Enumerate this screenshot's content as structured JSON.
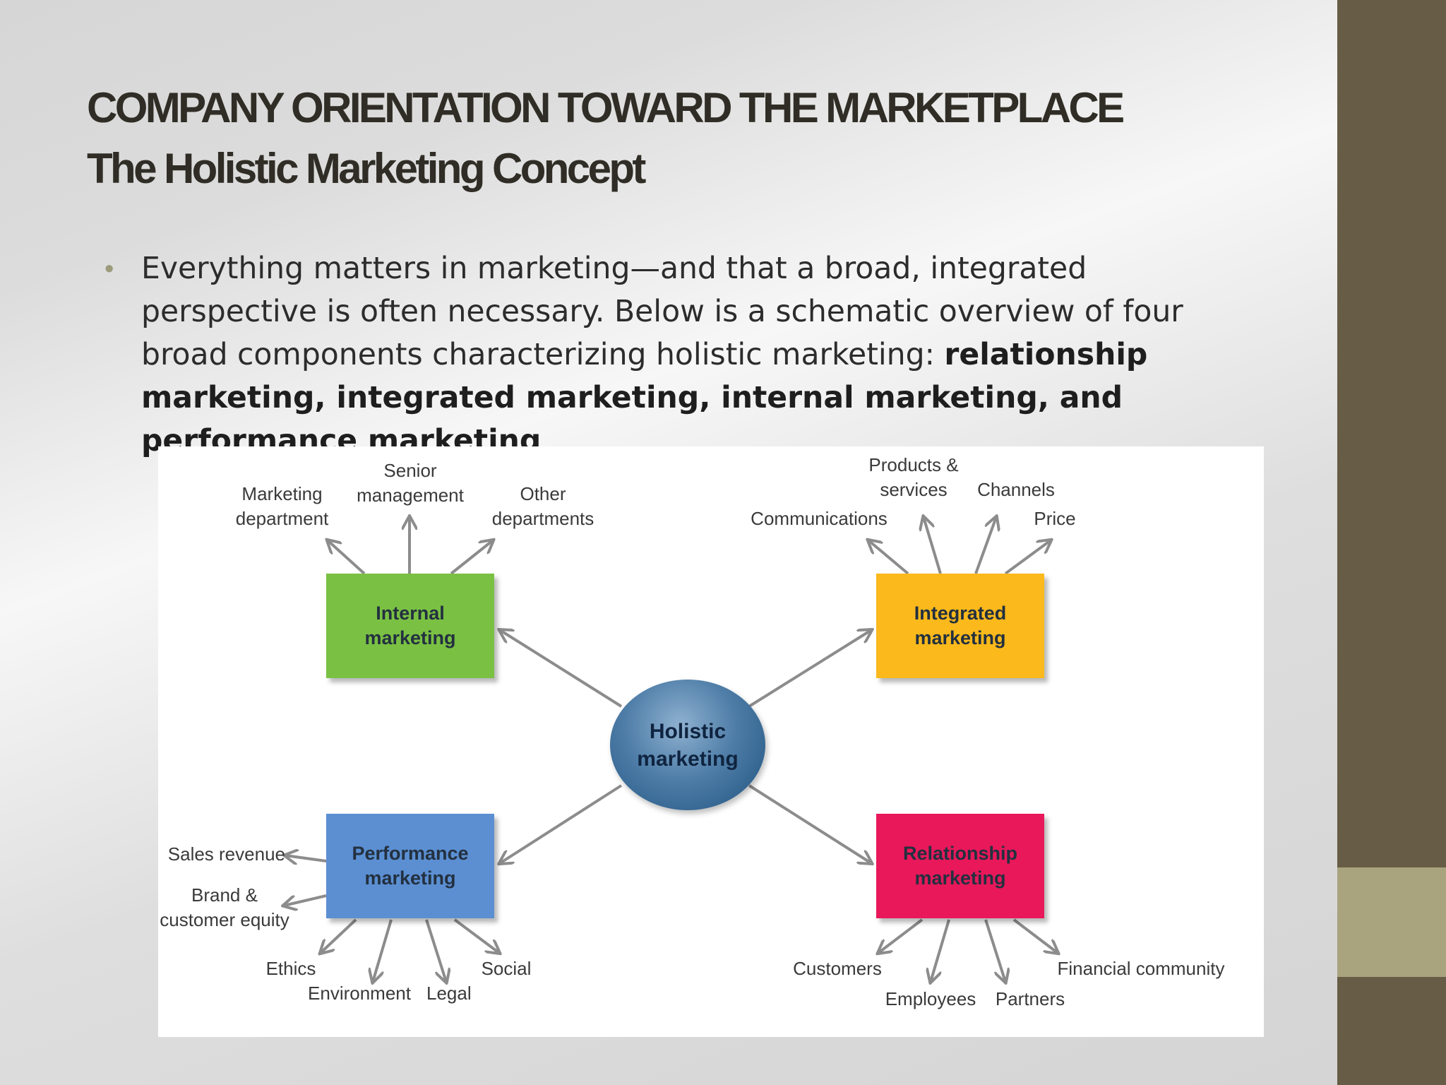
{
  "slide": {
    "title_line1": "COMPANY ORIENTATION TOWARD THE MARKETPLACE",
    "title_line2": "The Holistic Marketing Concept",
    "bullet_plain": "Everything matters in marketing—and that a broad, integrated perspective is often necessary. Below is a schematic overview of four broad components characterizing holistic marketing: ",
    "bullet_bold": "relationship marketing, integrated marketing, internal marketing, and performance marketing",
    "bullet_end": "."
  },
  "diagram": {
    "hub": "Holistic\nmarketing",
    "internal": {
      "label": "Internal\nmarketing",
      "color": "#7ac143",
      "items": [
        "Marketing\ndepartment",
        "Senior\nmanagement",
        "Other\ndepartments"
      ]
    },
    "integrated": {
      "label": "Integrated\nmarketing",
      "color": "#fbb91b",
      "items": [
        "Communications",
        "Products &\nservices",
        "Channels",
        "Price"
      ]
    },
    "performance": {
      "label": "Performance\nmarketing",
      "color": "#5b8fd2",
      "items": [
        "Sales revenue",
        "Brand &\ncustomer equity",
        "Ethics",
        "Environment",
        "Legal",
        "Social"
      ]
    },
    "relationship": {
      "label": "Relationship\nmarketing",
      "color": "#e8185a",
      "items": [
        "Customers",
        "Employees",
        "Partners",
        "Financial community"
      ]
    }
  }
}
